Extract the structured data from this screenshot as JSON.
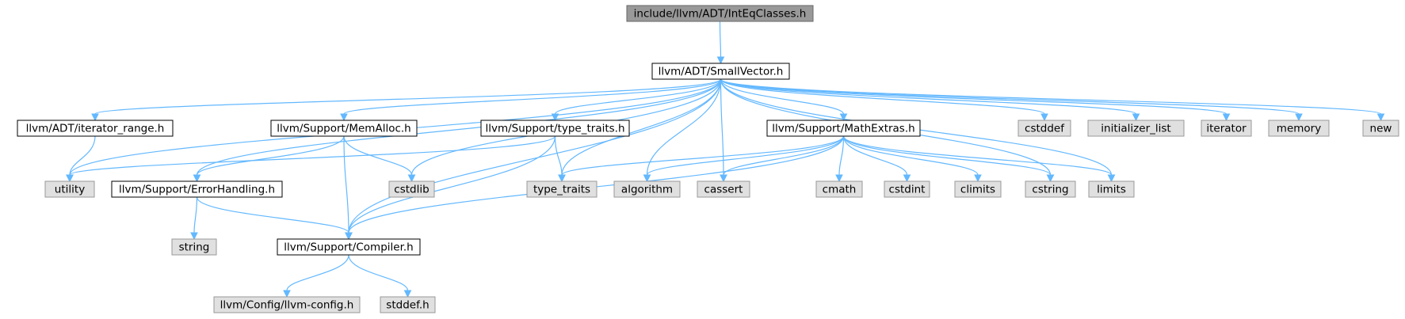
{
  "colors": {
    "edge": "#63b8ff",
    "root_fill": "#999999",
    "internal_fill": "#ffffff",
    "external_fill": "#e0e0e0",
    "external_border": "#999999",
    "internal_border": "#000000"
  },
  "nodes": [
    {
      "id": "intEqClasses",
      "label": "include/llvm/ADT/IntEqClasses.h",
      "kind": "root"
    },
    {
      "id": "smallVector",
      "label": "llvm/ADT/SmallVector.h",
      "kind": "internal"
    },
    {
      "id": "iteratorRange",
      "label": "llvm/ADT/iterator_range.h",
      "kind": "internal"
    },
    {
      "id": "memAlloc",
      "label": "llvm/Support/MemAlloc.h",
      "kind": "internal"
    },
    {
      "id": "typeTraitsH",
      "label": "llvm/Support/type_traits.h",
      "kind": "internal"
    },
    {
      "id": "mathExtras",
      "label": "llvm/Support/MathExtras.h",
      "kind": "internal"
    },
    {
      "id": "cstddef",
      "label": "cstddef",
      "kind": "external"
    },
    {
      "id": "initializerList",
      "label": "initializer_list",
      "kind": "external"
    },
    {
      "id": "iterator",
      "label": "iterator",
      "kind": "external"
    },
    {
      "id": "memory",
      "label": "memory",
      "kind": "external"
    },
    {
      "id": "new",
      "label": "new",
      "kind": "external"
    },
    {
      "id": "utility",
      "label": "utility",
      "kind": "external"
    },
    {
      "id": "errorHandling",
      "label": "llvm/Support/ErrorHandling.h",
      "kind": "internal"
    },
    {
      "id": "cstdlib",
      "label": "cstdlib",
      "kind": "external"
    },
    {
      "id": "typeTraits",
      "label": "type_traits",
      "kind": "external"
    },
    {
      "id": "algorithm",
      "label": "algorithm",
      "kind": "external"
    },
    {
      "id": "cassert",
      "label": "cassert",
      "kind": "external"
    },
    {
      "id": "cmath",
      "label": "cmath",
      "kind": "external"
    },
    {
      "id": "cstdint",
      "label": "cstdint",
      "kind": "external"
    },
    {
      "id": "climits",
      "label": "climits",
      "kind": "external"
    },
    {
      "id": "cstring",
      "label": "cstring",
      "kind": "external"
    },
    {
      "id": "limits",
      "label": "limits",
      "kind": "external"
    },
    {
      "id": "string",
      "label": "string",
      "kind": "external"
    },
    {
      "id": "compiler",
      "label": "llvm/Support/Compiler.h",
      "kind": "internal"
    },
    {
      "id": "llvmConfig",
      "label": "llvm/Config/llvm-config.h",
      "kind": "external"
    },
    {
      "id": "stddef",
      "label": "stddef.h",
      "kind": "external"
    }
  ],
  "edges": [
    [
      "intEqClasses",
      "smallVector"
    ],
    [
      "smallVector",
      "iteratorRange"
    ],
    [
      "smallVector",
      "memAlloc"
    ],
    [
      "smallVector",
      "typeTraitsH"
    ],
    [
      "smallVector",
      "mathExtras"
    ],
    [
      "smallVector",
      "cstddef"
    ],
    [
      "smallVector",
      "initializerList"
    ],
    [
      "smallVector",
      "iterator"
    ],
    [
      "smallVector",
      "memory"
    ],
    [
      "smallVector",
      "new"
    ],
    [
      "smallVector",
      "utility"
    ],
    [
      "smallVector",
      "errorHandling"
    ],
    [
      "smallVector",
      "compiler"
    ],
    [
      "smallVector",
      "cstdlib"
    ],
    [
      "smallVector",
      "typeTraits"
    ],
    [
      "smallVector",
      "algorithm"
    ],
    [
      "smallVector",
      "cassert"
    ],
    [
      "smallVector",
      "cstring"
    ],
    [
      "smallVector",
      "limits"
    ],
    [
      "iteratorRange",
      "utility"
    ],
    [
      "memAlloc",
      "errorHandling"
    ],
    [
      "memAlloc",
      "compiler"
    ],
    [
      "memAlloc",
      "cstdlib"
    ],
    [
      "typeTraitsH",
      "utility"
    ],
    [
      "typeTraitsH",
      "typeTraits"
    ],
    [
      "typeTraitsH",
      "compiler"
    ],
    [
      "mathExtras",
      "typeTraits"
    ],
    [
      "mathExtras",
      "algorithm"
    ],
    [
      "mathExtras",
      "cassert"
    ],
    [
      "mathExtras",
      "cmath"
    ],
    [
      "mathExtras",
      "cstdint"
    ],
    [
      "mathExtras",
      "climits"
    ],
    [
      "mathExtras",
      "cstring"
    ],
    [
      "mathExtras",
      "limits"
    ],
    [
      "mathExtras",
      "compiler"
    ],
    [
      "errorHandling",
      "string"
    ],
    [
      "errorHandling",
      "compiler"
    ],
    [
      "compiler",
      "llvmConfig"
    ],
    [
      "compiler",
      "stddef"
    ]
  ]
}
